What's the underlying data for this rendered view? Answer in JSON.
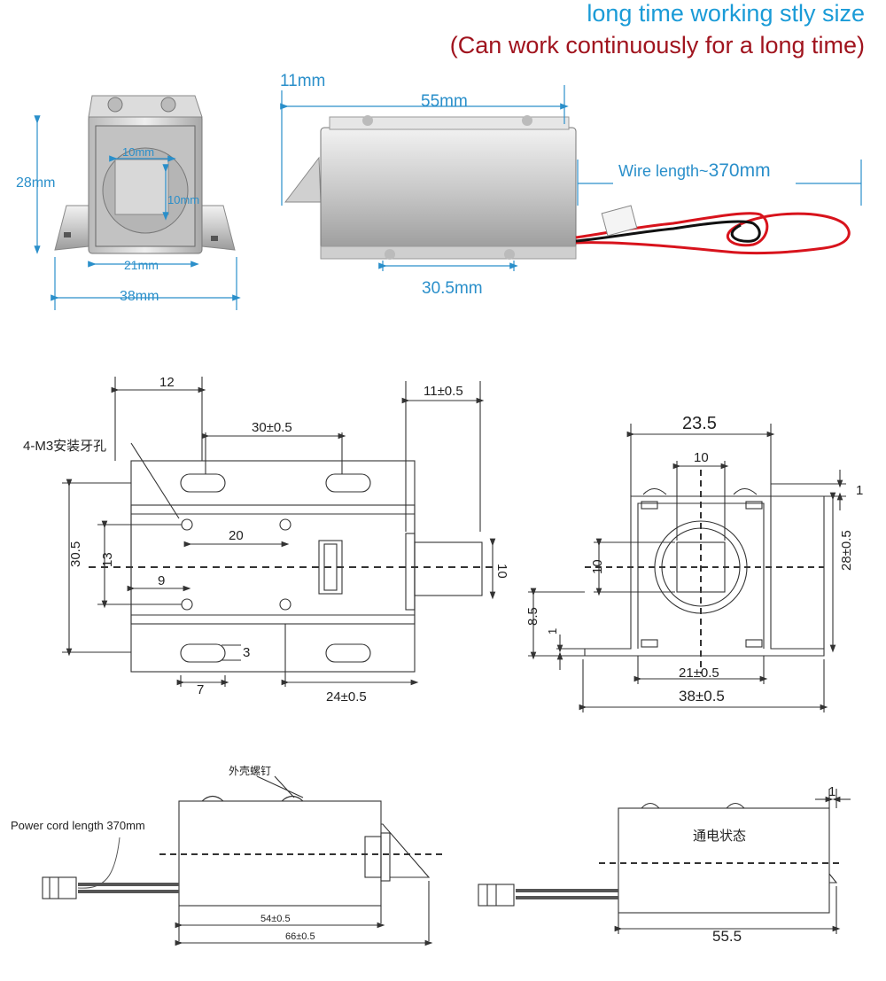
{
  "header": {
    "line1": "long time working stly size",
    "line2": "(Can work continuously for a long time)"
  },
  "photo_front": {
    "dims": {
      "height": "28mm",
      "slot_w": "10mm",
      "slot_h": "10mm",
      "mount_span": "21mm",
      "total_width": "38mm"
    }
  },
  "photo_side": {
    "dims": {
      "latch": "11mm",
      "body_length": "55mm",
      "hole_spacing": "30.5mm"
    },
    "wire_prefix": "Wire length~",
    "wire_value": "370mm"
  },
  "drawing_top": {
    "labels": {
      "d12": "12",
      "d11": "11±0.5",
      "d30": "30±0.5",
      "thread": "4-M3安装牙孔",
      "d20": "20",
      "d305": "30.5",
      "d13": "13",
      "d9": "9",
      "d3": "3",
      "d7": "7",
      "d24": "24±0.5",
      "d10": "10"
    }
  },
  "drawing_end": {
    "labels": {
      "d235": "23.5",
      "d10top": "10",
      "d1": "1",
      "d28": "28±0.5",
      "d10left": "10",
      "d85": "8.5",
      "d1left": "1",
      "d21": "21±0.5",
      "d38": "38±0.5"
    }
  },
  "drawing_side_left": {
    "labels": {
      "screw": "外壳螺钉",
      "power": "Power cord length 370mm",
      "d54": "54±0.5",
      "d66": "66±0.5"
    }
  },
  "drawing_side_right": {
    "labels": {
      "state": "通电状态",
      "d1": "1",
      "d555": "55.5"
    }
  },
  "colors": {
    "blue": "#1a9bd7",
    "red": "#a0141e",
    "wire_red": "#d8131c",
    "wire_black": "#111111"
  }
}
